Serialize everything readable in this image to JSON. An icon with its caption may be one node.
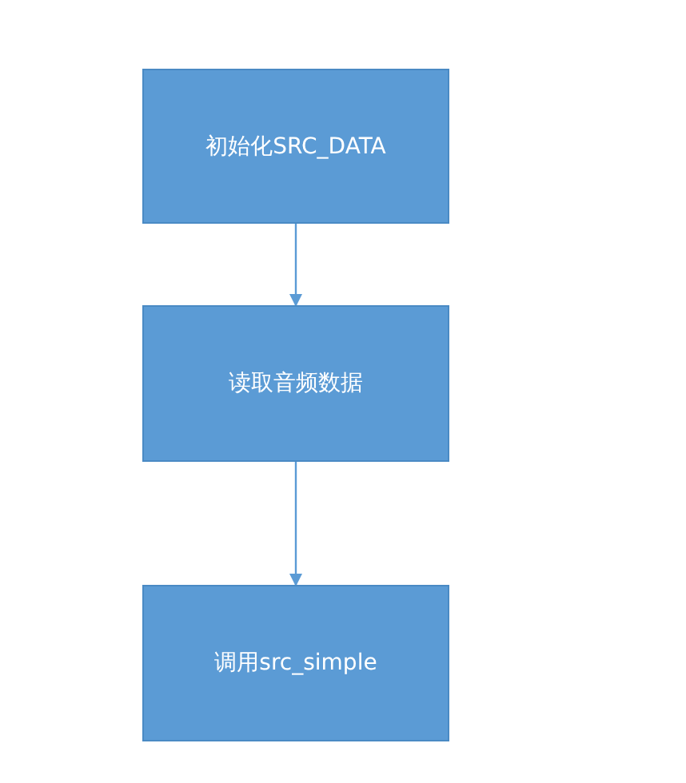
{
  "diagram": {
    "nodes": [
      {
        "text": [
          "初始化SRC_DATA"
        ]
      },
      {
        "text": [
          "读取音频数据"
        ]
      },
      {
        "text": [
          "调用src_simple"
        ]
      }
    ],
    "edges": [
      {
        "from": 0,
        "to": 1,
        "arrow": "to"
      },
      {
        "from": 1,
        "to": 2,
        "arrow": "to"
      }
    ]
  }
}
